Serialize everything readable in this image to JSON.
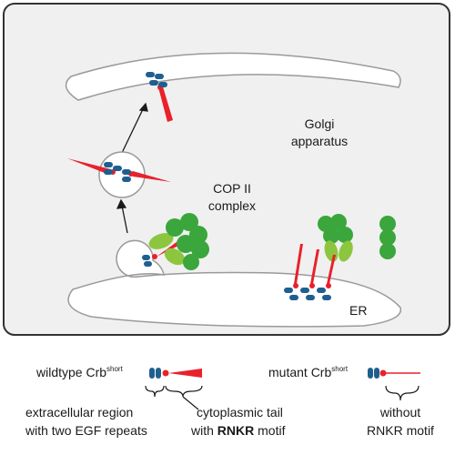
{
  "diagram": {
    "labels": {
      "golgi": [
        "Golgi",
        "apparatus"
      ],
      "copii": [
        "COP II",
        "complex"
      ],
      "er": "ER"
    },
    "legend": {
      "wildtype": {
        "prefix": "wildtype Crb",
        "superscript": "short",
        "extracellular": [
          "extracellular region",
          "with two EGF repeats"
        ],
        "tail_line1": "cytoplasmic tail",
        "tail_line2_prefix": "with ",
        "tail_line2_bold": "RNKR",
        "tail_line2_suffix": " motif"
      },
      "mutant": {
        "prefix": "mutant Crb",
        "superscript": "short",
        "note": [
          "without",
          "RNKR motif"
        ]
      }
    },
    "colors": {
      "protein_blue": "#1f5f8f",
      "tail_red": "#e8212b",
      "copii_green": "#3aa63c",
      "copii_light_green": "#8cc63f",
      "membrane_gray": "#9a9a9a",
      "panel_border": "#333333",
      "panel_fill": "#f0f0f0"
    }
  }
}
